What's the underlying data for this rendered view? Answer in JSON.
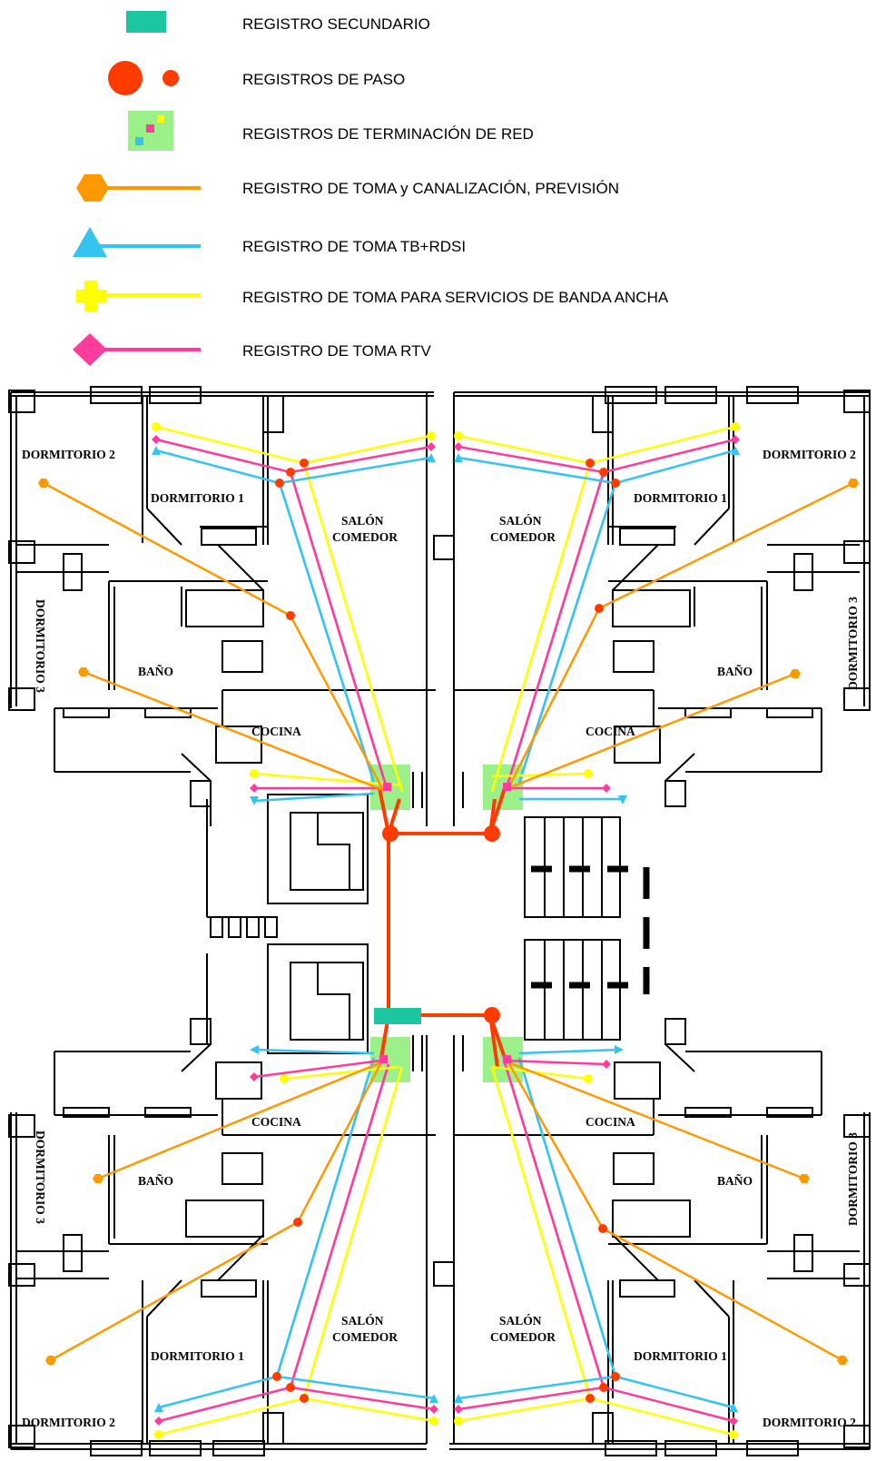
{
  "legend": {
    "secundario": "REGISTRO SECUNDARIO",
    "paso": "REGISTROS DE PASO",
    "terminacion": "REGISTROS DE TERMINACIÓN DE RED",
    "prevision": "REGISTRO DE TOMA y CANALIZACIÓN, PREVISIÓN",
    "tb_rdsi": "REGISTRO DE TOMA TB+RDSI",
    "banda_ancha": "REGISTRO DE TOMA PARA SERVICIOS DE BANDA ANCHA",
    "rtv": "REGISTRO DE TOMA RTV"
  },
  "rooms": {
    "dormitorio2": "DORMITORIO 2",
    "dormitorio1": "DORMITORIO 1",
    "dormitorio3": "DORMITORIO 3",
    "salon": "SALÓN",
    "comedor": "COMEDOR",
    "bano": "BAÑO",
    "cocina": "COCINA"
  },
  "colors": {
    "secundario": "#1bc6a0",
    "paso": "#ff3b00",
    "terminacion": "#9cf08a",
    "prevision": "#ff9900",
    "tb_rdsi": "#35c4f0",
    "banda_ancha": "#ffff00",
    "rtv": "#ff3b9c",
    "wall": "#000000"
  }
}
